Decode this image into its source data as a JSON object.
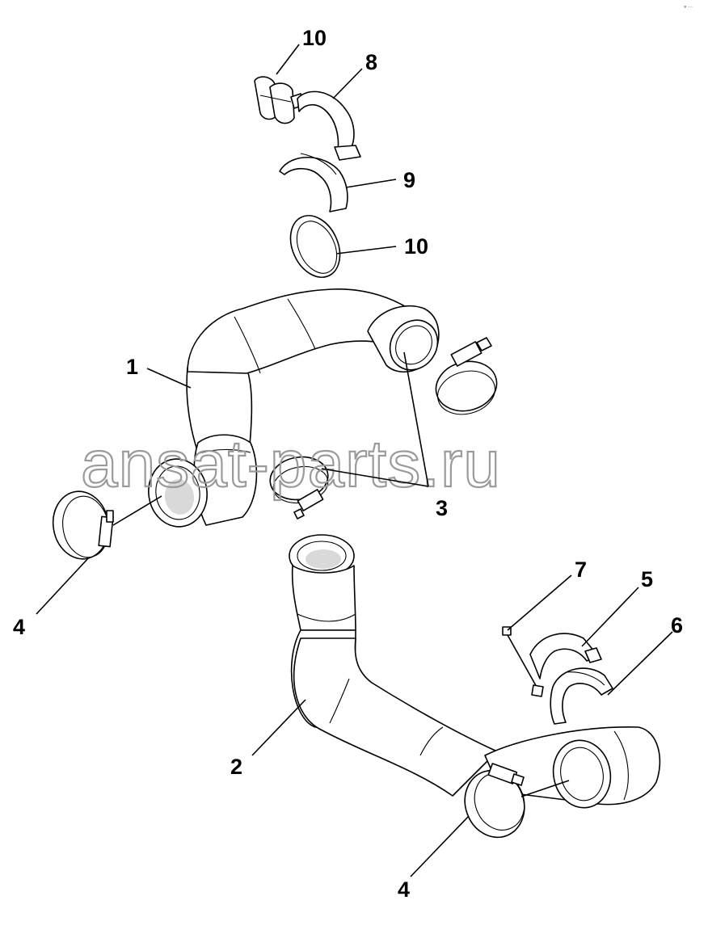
{
  "corner_mark": "» ···",
  "watermark": "ansat-parts.ru",
  "callouts": {
    "c1": "1",
    "c2": "2",
    "c3": "3",
    "c4a": "4",
    "c4b": "4",
    "c5": "5",
    "c6": "6",
    "c7": "7",
    "c8": "8",
    "c9": "9",
    "c10a": "10",
    "c10b": "10"
  }
}
